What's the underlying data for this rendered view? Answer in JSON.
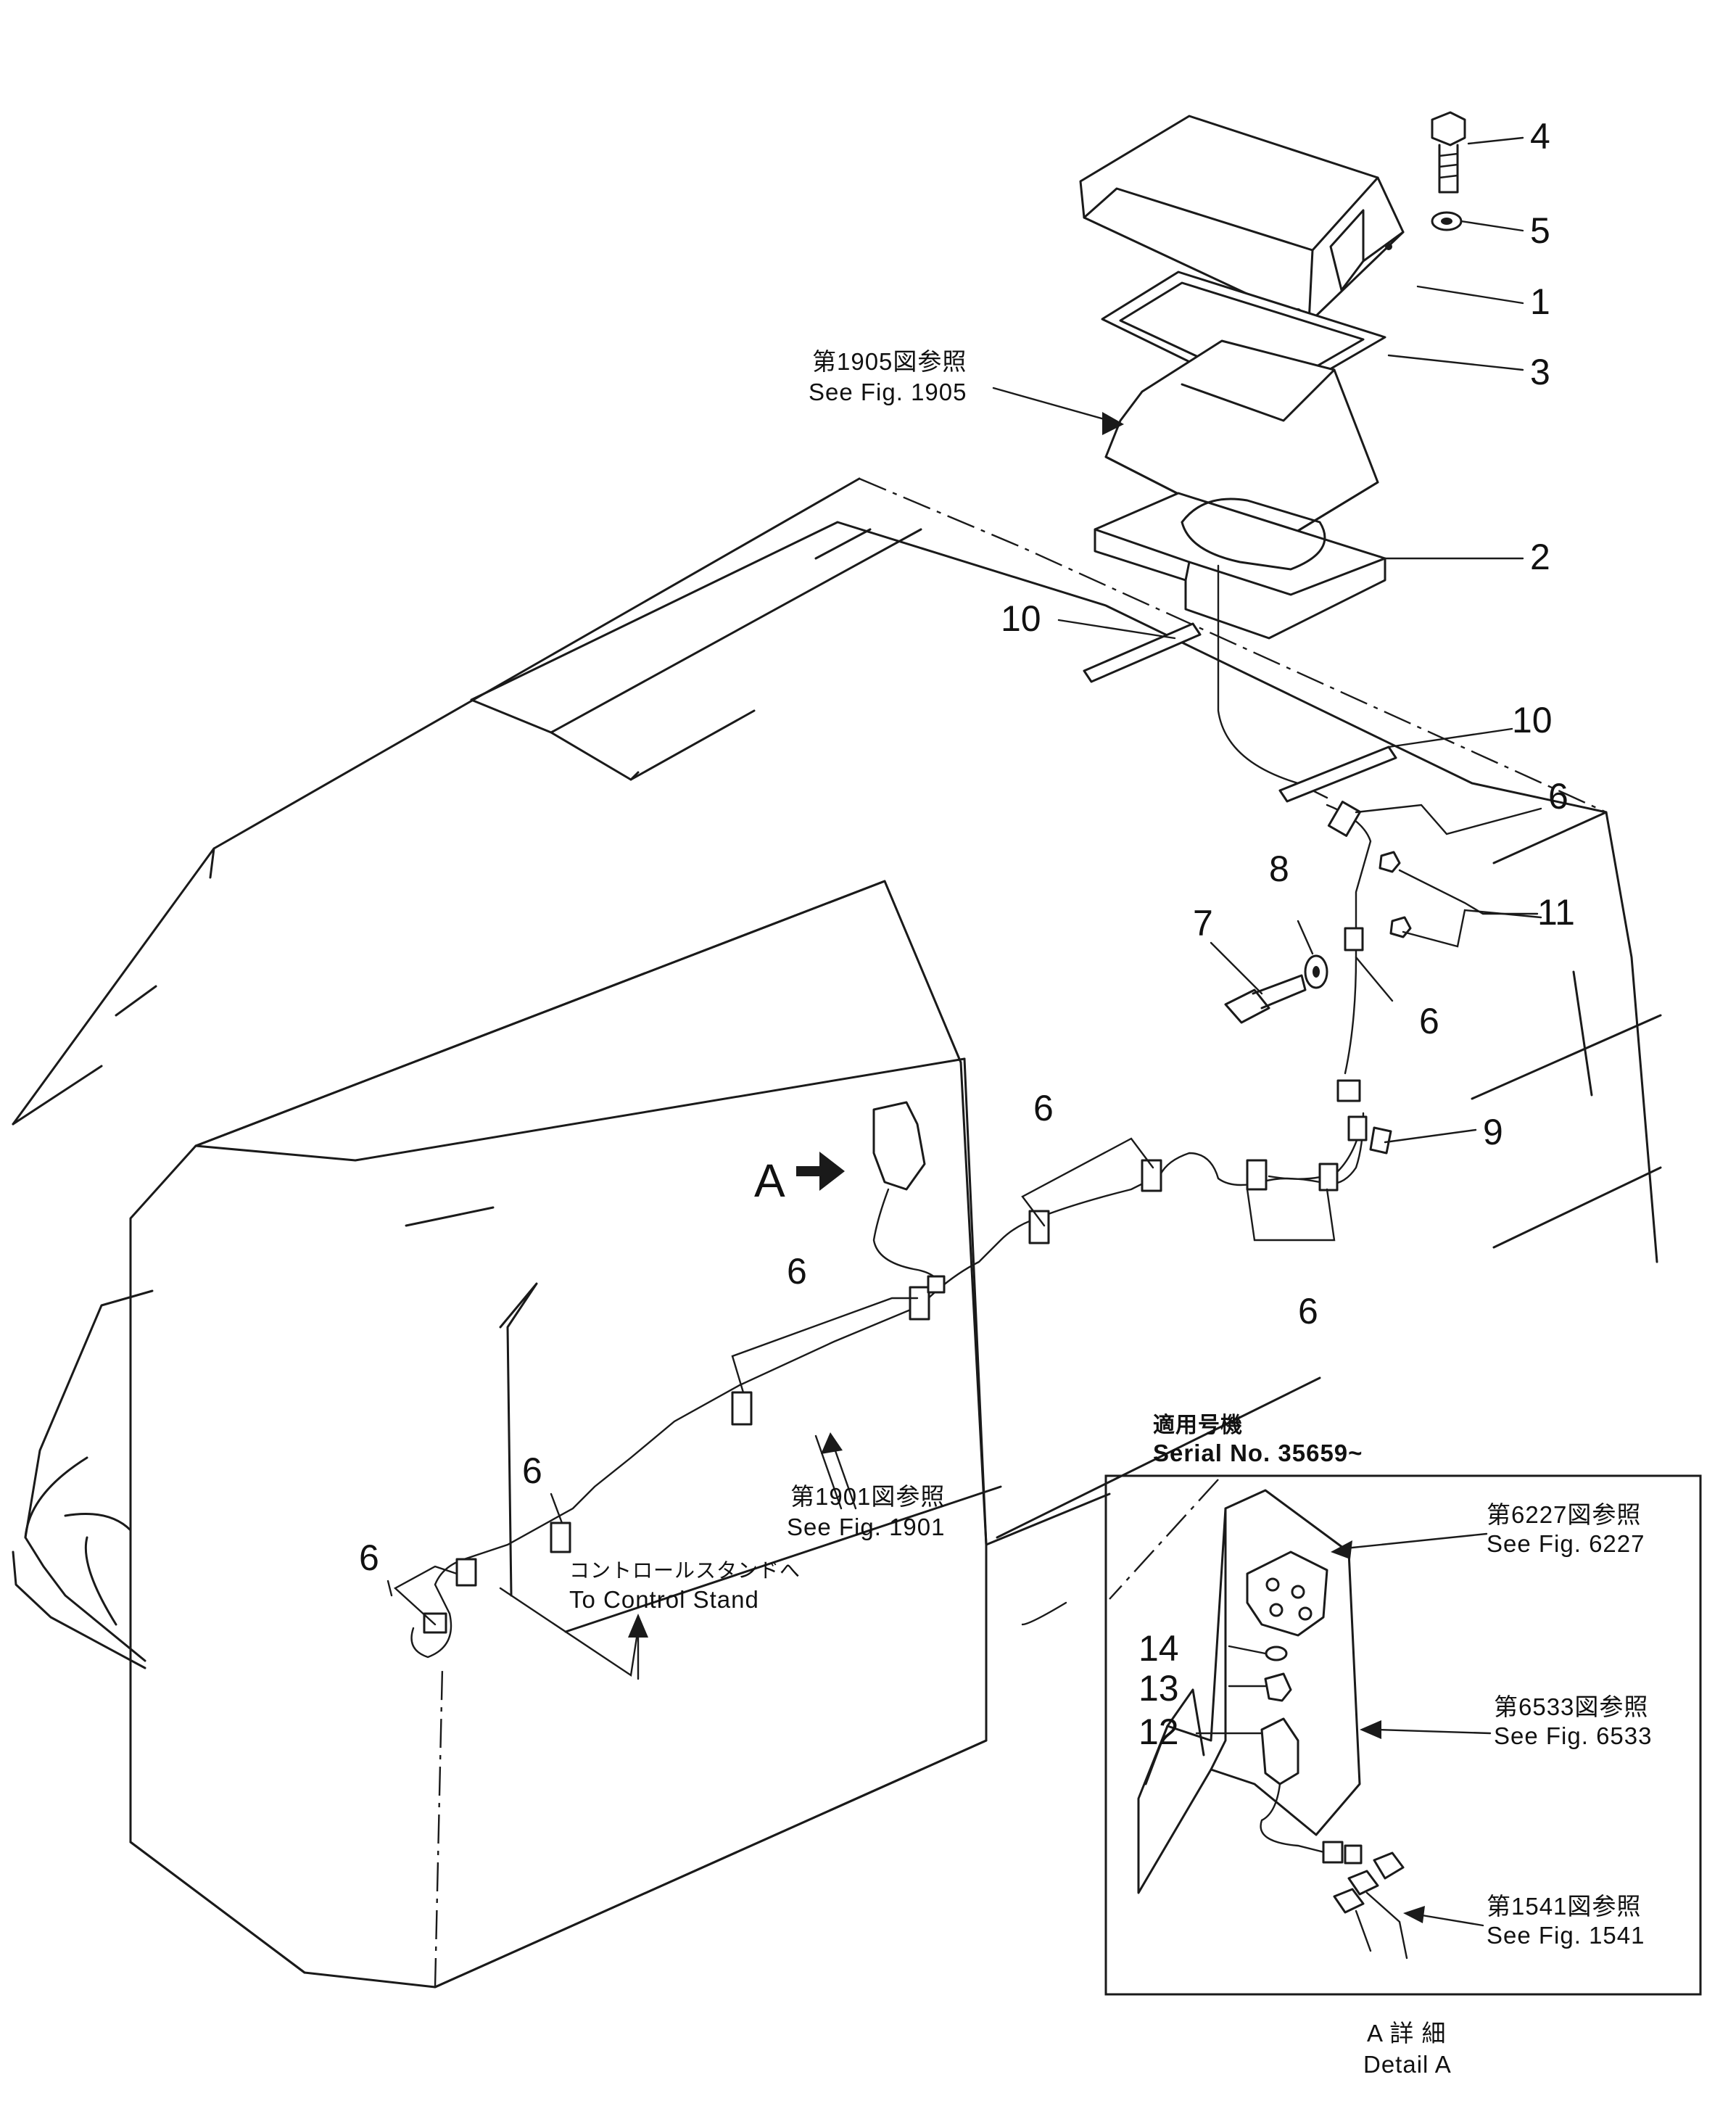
{
  "callouts": {
    "n1": "1",
    "n2": "2",
    "n3": "3",
    "n4": "4",
    "n5": "5",
    "n6": "6",
    "n7": "7",
    "n8": "8",
    "n9": "9",
    "n10": "10",
    "n11": "11",
    "n12": "12",
    "n13": "13",
    "n14": "14"
  },
  "references": {
    "fig1905_jp": "第1905図参照",
    "fig1905_en": "See Fig. 1905",
    "fig1901_jp": "第1901図参照",
    "fig1901_en": "See Fig. 1901",
    "control_jp": "コントロールスタンドへ",
    "control_en": "To Control Stand",
    "fig6227_jp": "第6227図参照",
    "fig6227_en": "See Fig. 6227",
    "fig6533_jp": "第6533図参照",
    "fig6533_en": "See Fig. 6533",
    "fig1541_jp": "第1541図参照",
    "fig1541_en": "See Fig. 1541"
  },
  "detail": {
    "marker": "A",
    "serial_jp": "適用号機",
    "serial_en": "Serial No. 35659~",
    "caption_jp": "A 詳 細",
    "caption_en": "Detail A"
  }
}
